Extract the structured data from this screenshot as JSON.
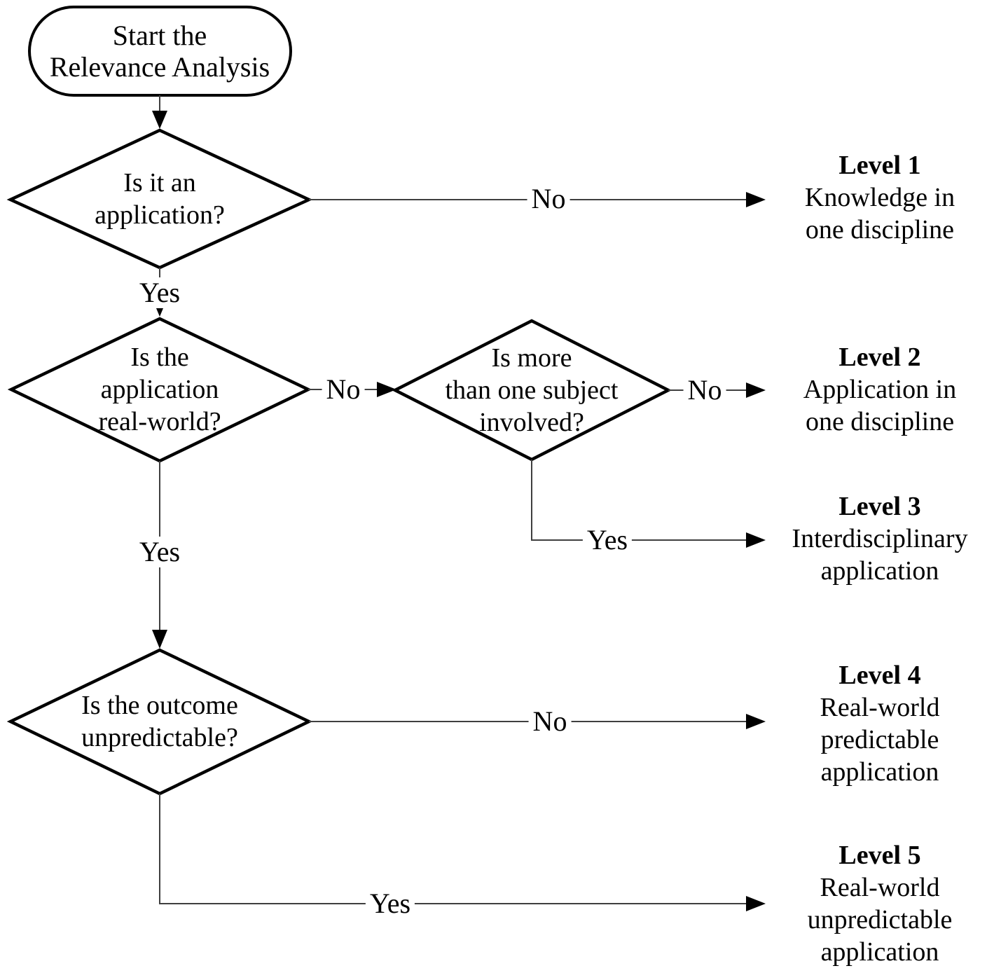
{
  "diagram_type": "flowchart",
  "start": {
    "lines": [
      "Start the",
      "Relevance Analysis"
    ]
  },
  "questions": [
    {
      "id": "q1",
      "lines": [
        "Is it an",
        "application?"
      ]
    },
    {
      "id": "q2",
      "lines": [
        "Is the",
        "application",
        "real-world?"
      ]
    },
    {
      "id": "q3",
      "lines": [
        "Is more",
        "than one subject",
        "involved?"
      ]
    },
    {
      "id": "q4",
      "lines": [
        "Is the outcome",
        "unpredictable?"
      ]
    }
  ],
  "levels": [
    {
      "title": "Level 1",
      "lines": [
        "Knowledge in",
        "one discipline"
      ]
    },
    {
      "title": "Level 2",
      "lines": [
        "Application in",
        "one discipline"
      ]
    },
    {
      "title": "Level 3",
      "lines": [
        "Interdisciplinary",
        "application"
      ]
    },
    {
      "title": "Level 4",
      "lines": [
        "Real-world",
        "predictable",
        "application"
      ]
    },
    {
      "title": "Level 5",
      "lines": [
        "Real-world",
        "unpredictable",
        "application"
      ]
    }
  ],
  "edges": [
    {
      "from": "q1",
      "to": "level1",
      "label": "No"
    },
    {
      "from": "q1",
      "to": "q2",
      "label": "Yes"
    },
    {
      "from": "q2",
      "to": "q3",
      "label": "No"
    },
    {
      "from": "q2",
      "to": "q4",
      "label": "Yes"
    },
    {
      "from": "q3",
      "to": "level2",
      "label": "No"
    },
    {
      "from": "q3",
      "to": "level3",
      "label": "Yes"
    },
    {
      "from": "q4",
      "to": "level4",
      "label": "No"
    },
    {
      "from": "q4",
      "to": "level5",
      "label": "Yes"
    }
  ],
  "colors": {
    "background": "#ffffff",
    "shape_stroke": "#000000",
    "connector": "#3f3f3f",
    "text": "#000000"
  }
}
